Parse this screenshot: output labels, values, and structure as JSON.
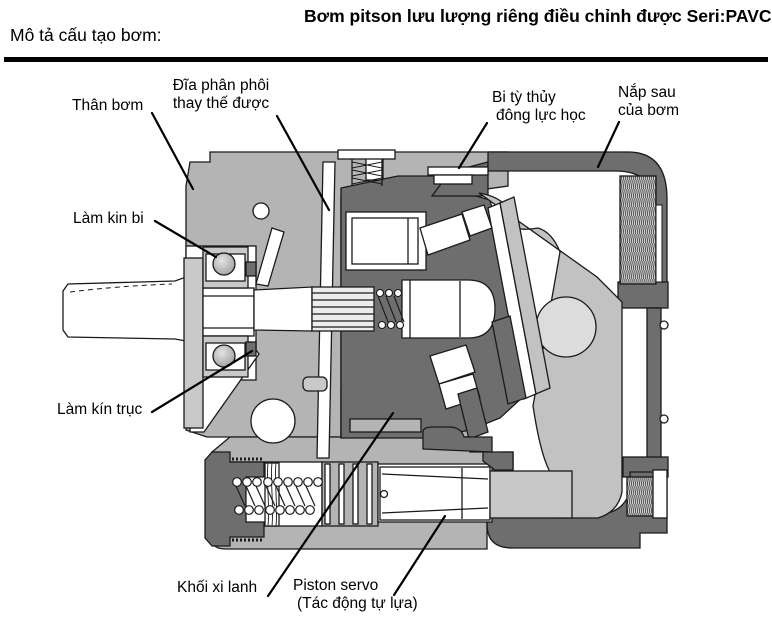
{
  "header": {
    "left_label": "Mô tả cấu tạo bơm:",
    "title_line1": "Bơm pitson lưu lượng riêng điều chỉnh được",
    "title_line2": "Seri:PAVC"
  },
  "diagram": {
    "labels": {
      "than_bom": {
        "text": "Thân bơm"
      },
      "dia_phan_phoi": {
        "line1": "Đĩa phân phôi",
        "line2": "thay thế được"
      },
      "bi_ty_thuy": {
        "line1": "Bi tỳ thủy",
        "line2": "đông lực học"
      },
      "nap_sau": {
        "line1": "Nắp sau",
        "line2": "của bơm"
      },
      "lam_kin_bi": {
        "text": "Làm kin bi"
      },
      "lam_kin_truc": {
        "text": "Làm kín trục"
      },
      "khoi_xi_lanh": {
        "text": "Khối xi lanh"
      },
      "piston_servo": {
        "line1": "Piston servo",
        "line2": "(Tác động tự lựa)"
      }
    },
    "colors": {
      "housing_gray": "#b4b4b4",
      "cap_dark_gray": "#6e6e6e",
      "yoke_gray": "#c2c2c2",
      "bearing_gray": "#c9c9c9",
      "bore_circle_gray": "#dcdcdc",
      "outline": "#1a1a1a"
    }
  }
}
